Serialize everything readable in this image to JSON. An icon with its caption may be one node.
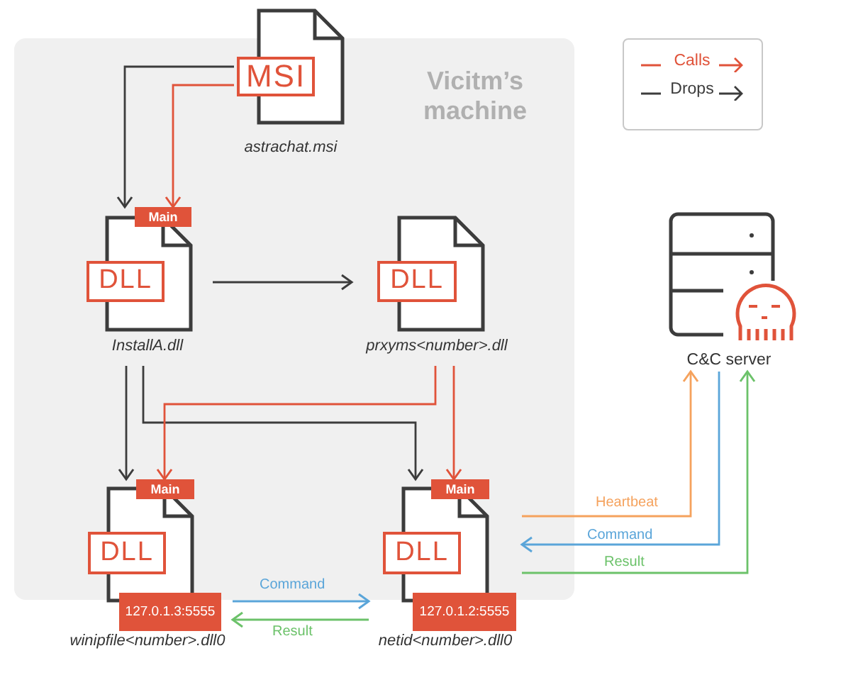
{
  "diagram": {
    "nodes": [
      {
        "text": [
          "Vicitm’s machine"
        ]
      },
      {
        "text": [
          "MSI"
        ],
        "beside": [
          "astrachat.msi"
        ]
      },
      {
        "text": [
          "Main",
          "DLL"
        ],
        "beside": [
          "InstallA.dll"
        ],
        "in": 0
      },
      {
        "text": [
          "DLL"
        ],
        "beside": [
          "prxyms<number>.dll"
        ],
        "in": 0
      },
      {
        "text": [
          "Main",
          "DLL",
          "127.0.1.3:5555"
        ],
        "beside": [
          "winipfile<number>.dll0"
        ]
      },
      {
        "text": [
          "Main",
          "DLL",
          "127.0.1.2:5555"
        ],
        "beside": [
          "netid<number>.dll0"
        ]
      },
      {
        "text": [
          "C&C server"
        ]
      }
    ],
    "edges": [
      {
        "from": 1,
        "to": 2,
        "arrow": "to"
      },
      {
        "from": 1,
        "to": 2,
        "arrow": "to",
        "color": "#e0533a"
      },
      {
        "from": 2,
        "to": 3,
        "arrow": "to"
      },
      {
        "from": 2,
        "to": 4,
        "arrow": "to"
      },
      {
        "from": 2,
        "to": 5,
        "arrow": "to"
      },
      {
        "from": 3,
        "to": 4,
        "arrow": "to",
        "color": "#e0533a"
      },
      {
        "from": 3,
        "to": 5,
        "arrow": "to",
        "color": "#e0533a"
      },
      {
        "from": 5,
        "to": 6,
        "arrow": "to",
        "label": "Heartbeat",
        "color": "#f5a25d"
      },
      {
        "from": 6,
        "to": 5,
        "arrow": "to",
        "label": "Command",
        "color": "#5aa5d9"
      },
      {
        "from": 5,
        "to": 6,
        "arrow": "to",
        "label": "Result",
        "color": "#6cc26a"
      },
      {
        "from": 4,
        "to": 5,
        "arrow": "to",
        "label": "Command",
        "color": "#5aa5d9"
      },
      {
        "from": 5,
        "to": 4,
        "arrow": "to",
        "label": "Result",
        "color": "#6cc26a"
      }
    ],
    "legend": [
      {
        "text": "Calls"
      },
      {
        "text": "Drops"
      }
    ]
  }
}
